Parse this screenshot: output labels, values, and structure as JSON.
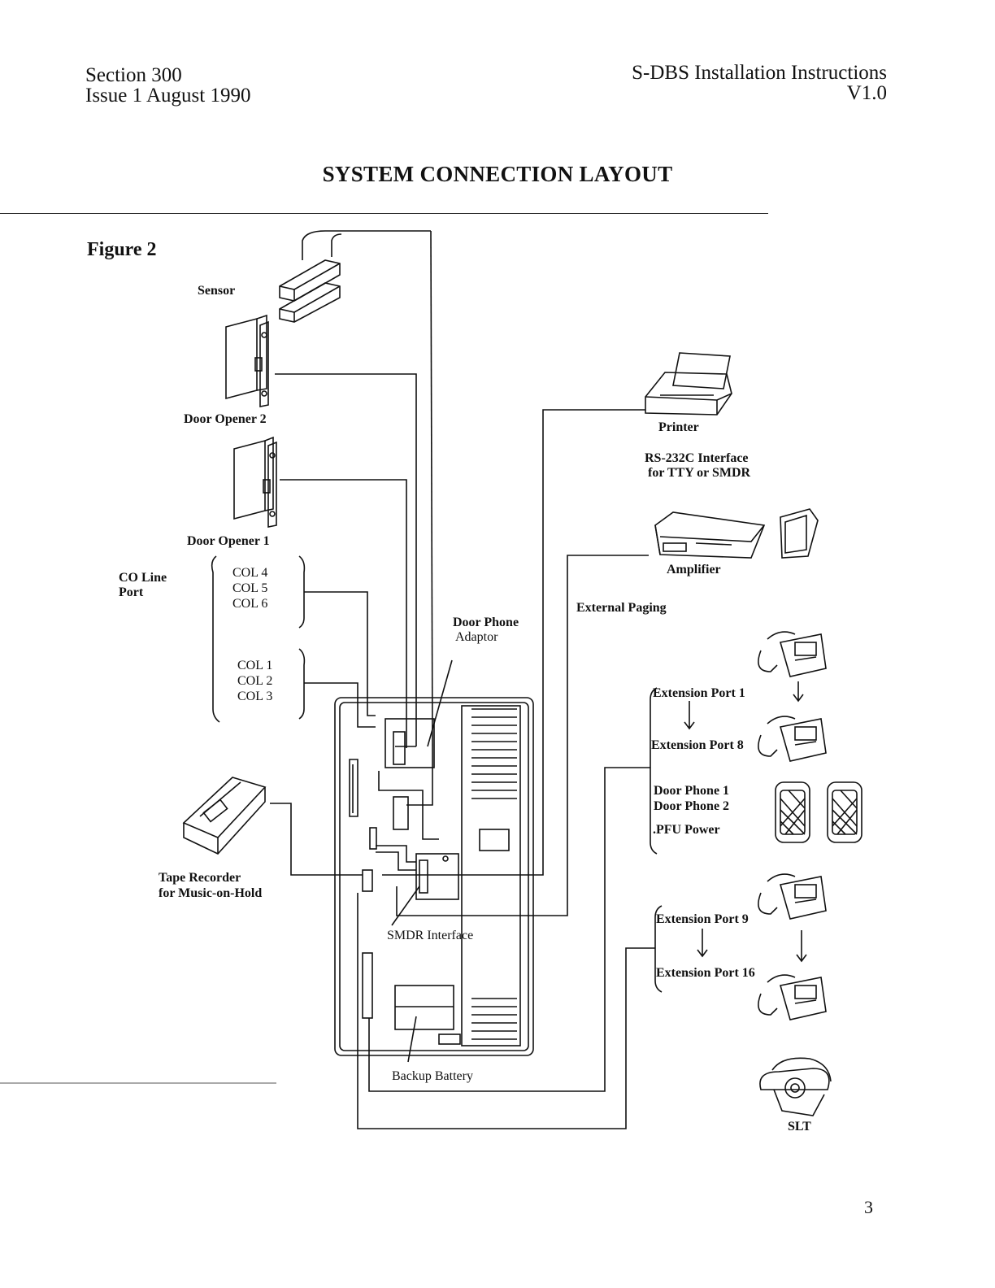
{
  "header": {
    "section": "Section 300",
    "issue": "Issue 1 August 1990",
    "doc_title": "S-DBS Installation Instructions",
    "version": "V1.0"
  },
  "title": "SYSTEM CONNECTION LAYOUT",
  "figure_label": "Figure 2",
  "labels": {
    "sensor": "Sensor",
    "door_opener_2": "Door Opener 2",
    "door_opener_1": "Door Opener 1",
    "co_line": "CO Line",
    "port": "Port",
    "col4": "COL 4",
    "col5": "COL 5",
    "col6": "COL 6",
    "col1": "COL 1",
    "col2": "COL 2",
    "col3": "COL 3",
    "tape_recorder": "Tape Recorder",
    "music_on_hold": "for Music-on-Hold",
    "door_phone_adaptor_1": "Door Phone",
    "door_phone_adaptor_2": "Adaptor",
    "smdr_interface": "SMDR Interface",
    "backup_battery": "Backup Battery",
    "printer": "Printer",
    "rs232c_1": "RS-232C Interface",
    "rs232c_2": "for TTY or SMDR",
    "amplifier": "Amplifier",
    "external_paging": "External Paging",
    "ext_port_1": "Extension Port 1",
    "ext_port_8": "Extension Port 8",
    "door_phone_1": "Door Phone 1",
    "door_phone_2": "Door Phone 2",
    "pfu_power": ".PFU Power",
    "ext_port_9": "Extension Port 9",
    "ext_port_16": "Extension Port 16",
    "slt": "SLT"
  },
  "page_number": "3",
  "icons": [
    "sensor-icon",
    "door-opener-icon",
    "tape-recorder-icon",
    "printer-icon",
    "amplifier-icon",
    "speaker-icon",
    "telephone-icon",
    "door-phone-icon",
    "slt-phone-icon",
    "main-cabinet-icon"
  ]
}
